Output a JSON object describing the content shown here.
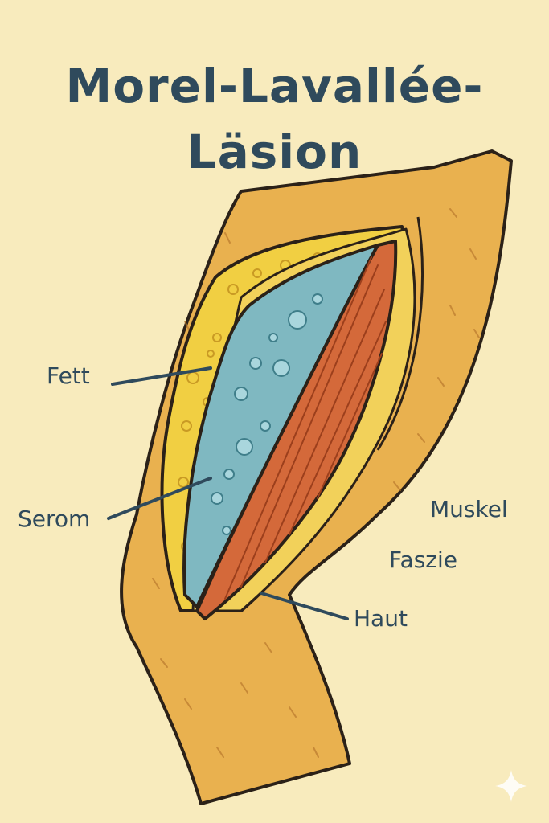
{
  "title": {
    "line1": "Morel-Lavallée-",
    "line2": "Läsion"
  },
  "labels": {
    "fett": "Fett",
    "serom": "Serom",
    "muskel": "Muskel",
    "faszie": "Faszie",
    "haut": "Haut"
  },
  "colors": {
    "background": "#f8ebbd",
    "skin": "#e9b14f",
    "fat": "#f1cf42",
    "fascia": "#f2d15a",
    "seroma": "#7fb8c1",
    "muscle": "#d4693a",
    "outline": "#2b2118",
    "text": "#2f4a5c"
  }
}
